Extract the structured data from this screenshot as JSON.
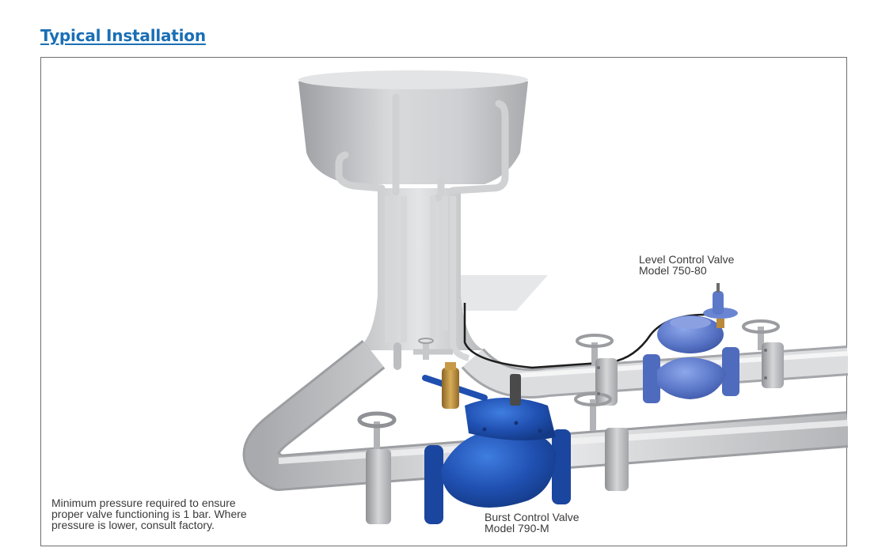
{
  "page": {
    "title": "Typical Installation"
  },
  "diagram": {
    "labels": {
      "level_control_valve": {
        "line1": "Level Control Valve",
        "line2": "Model 750-80"
      },
      "burst_control_valve": {
        "line1": "Burst Control Valve",
        "line2": "Model 790-M"
      }
    },
    "note": {
      "line1": "Minimum pressure required to ensure",
      "line2": "proper valve functioning is 1 bar. Where",
      "line3": "pressure is lower, consult factory."
    },
    "components": [
      {
        "name": "water-tower",
        "icon": "water-tower-icon"
      },
      {
        "name": "upper-pipeline",
        "icon": "pipe-icon"
      },
      {
        "name": "lower-pipeline",
        "icon": "pipe-icon"
      },
      {
        "name": "level-control-valve",
        "icon": "valve-icon"
      },
      {
        "name": "burst-control-valve",
        "icon": "valve-icon"
      },
      {
        "name": "gate-valve-handwheels",
        "icon": "handwheel-icon",
        "count": 5
      }
    ],
    "colors": {
      "title_blue": "#1a6fb5",
      "burst_valve_blue": "#1f4fb0",
      "level_valve_blue": "#5c78c9",
      "pilot_brass": "#b98a3a",
      "pipe_gray": "#c9cacc",
      "frame_gray": "#6e6e6e"
    }
  }
}
